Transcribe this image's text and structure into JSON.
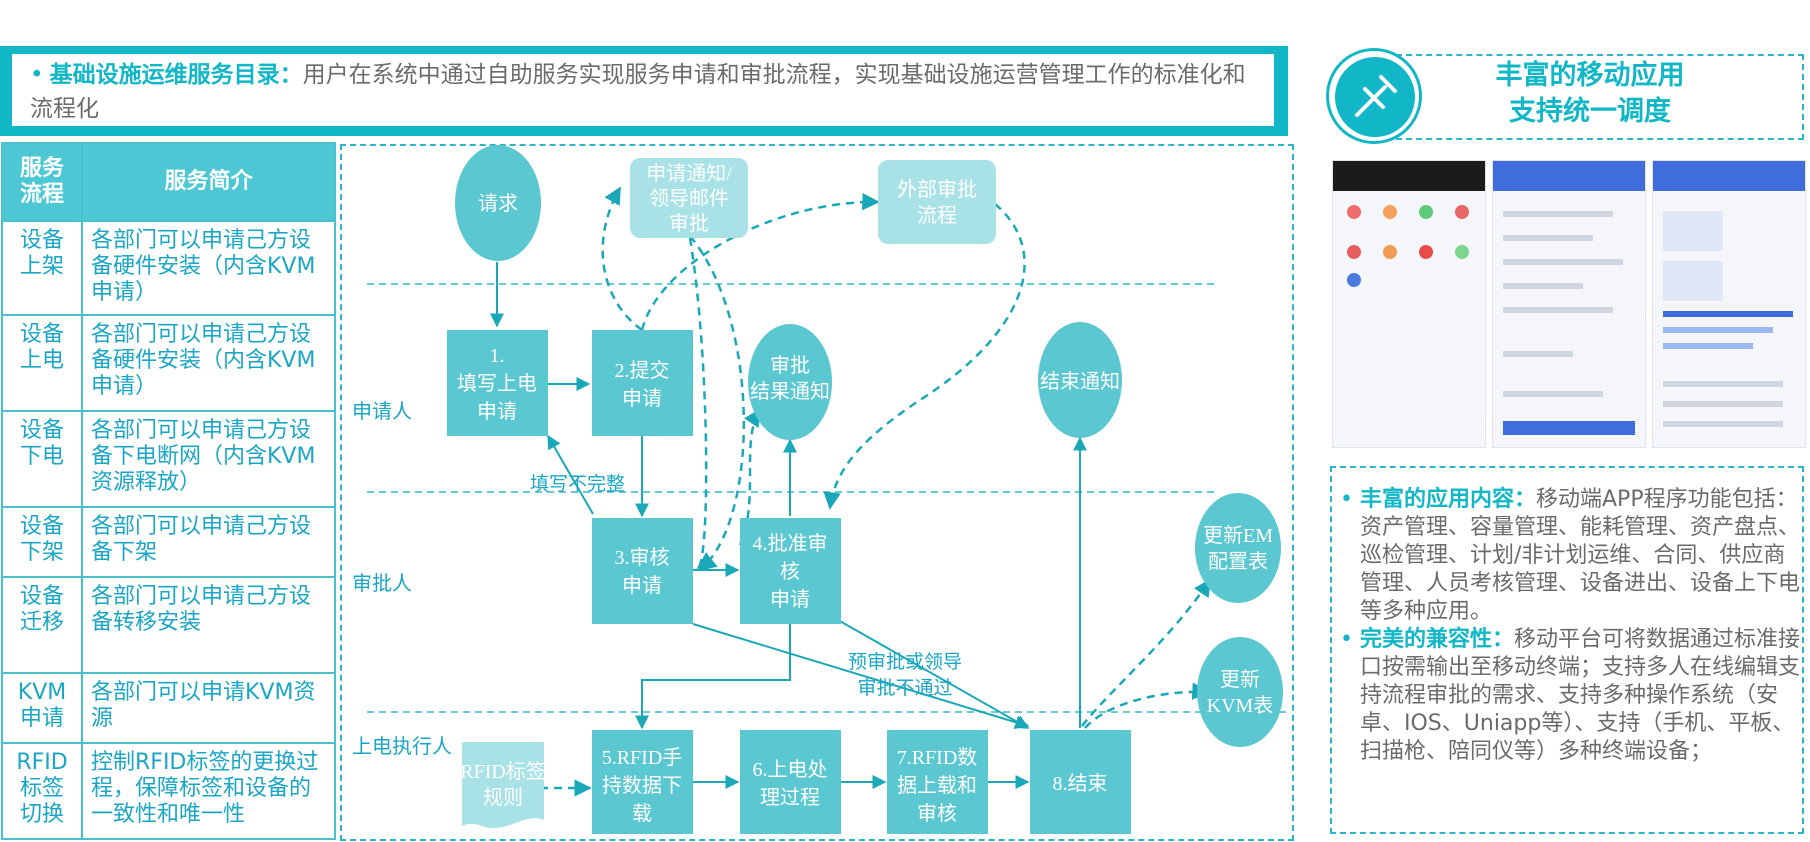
{
  "header": {
    "bullet": "•",
    "title": "基础设施运维服务目录：",
    "text": "用户在系统中通过自助服务实现服务申请和审批流程，实现基础设施运营管理工作的标准化和流程化"
  },
  "table": {
    "headers": [
      "服务流程",
      "服务简介"
    ],
    "rows": [
      {
        "process": "设备上架",
        "desc": "各部门可以申请己方设备硬件安装（内含KVM申请）"
      },
      {
        "process": "设备上电",
        "desc": "各部门可以申请己方设备硬件安装（内含KVM申请）"
      },
      {
        "process": "设备下电",
        "desc": "各部门可以申请己方设备下电断网（内含KVM资源释放）"
      },
      {
        "process": "设备下架",
        "desc": "各部门可以申请己方设备下架"
      },
      {
        "process": "设备迁移",
        "desc": "各部门可以申请己方设备转移安装"
      },
      {
        "process": "KVM申请",
        "desc": "各部门可以申请KVM资源"
      },
      {
        "process": "RFID标签切换",
        "desc": "控制RFID标签的更换过程，保障标签和设备的一致性和唯一性"
      }
    ]
  },
  "flow": {
    "lanes": [
      "申请人",
      "审批人",
      "上电执行人"
    ],
    "request": "请求",
    "notify_email": [
      "申请通知/",
      "领导邮件",
      "审批"
    ],
    "external": [
      "外部审批",
      "流程"
    ],
    "approve_notify": [
      "审批",
      "结果通知"
    ],
    "end_notify": "结束通知",
    "step1": [
      "1.",
      "填写上电",
      "申请"
    ],
    "step2": [
      "2.提交",
      "申请"
    ],
    "step3": [
      "3.审核",
      "申请"
    ],
    "step4": [
      "4.批准审",
      "核",
      "申请"
    ],
    "step5": [
      "5.RFID手",
      "持数据下",
      "载"
    ],
    "step6": [
      "6.上电处",
      "理过程"
    ],
    "step7": [
      "7.RFID数",
      "据上载和",
      "审核"
    ],
    "step8": "8.结束",
    "rfid_rule": [
      "RFID标签",
      "规则"
    ],
    "update_em": [
      "更新EM",
      "配置表"
    ],
    "update_kvm": [
      "更新",
      "KVM表"
    ],
    "label_incomplete": "填写不完整",
    "label_reject": [
      "预审批或领导",
      "审批不通过"
    ]
  },
  "right": {
    "title_line1": "丰富的移动应用",
    "title_line2": "支持统一调度",
    "icon": "pin-icon",
    "bullet": "•",
    "items": [
      {
        "title": "丰富的应用内容：",
        "text": "移动端APP程序功能包括：资产管理、容量管理、能耗管理、资产盘点、巡检管理、计划/非计划运维、合同、供应商管理、人员考核管理、设备进出、设备上下电等多种应用。"
      },
      {
        "title": "完美的兼容性：",
        "text": "移动平台可将数据通过标准接口按需输出至移动终端；支持多人在线编辑支持流程审批的需求、支持多种操作系统（安卓、IOS、Uniapp等）、支持（手机、平板、扫描枪、陪同仪等）多种终端设备；"
      }
    ]
  },
  "colors": {
    "accent": "#12b7c7",
    "box": "#5bc7d0",
    "light_box": "#a8e1e6",
    "text": "#6b6b6b"
  }
}
